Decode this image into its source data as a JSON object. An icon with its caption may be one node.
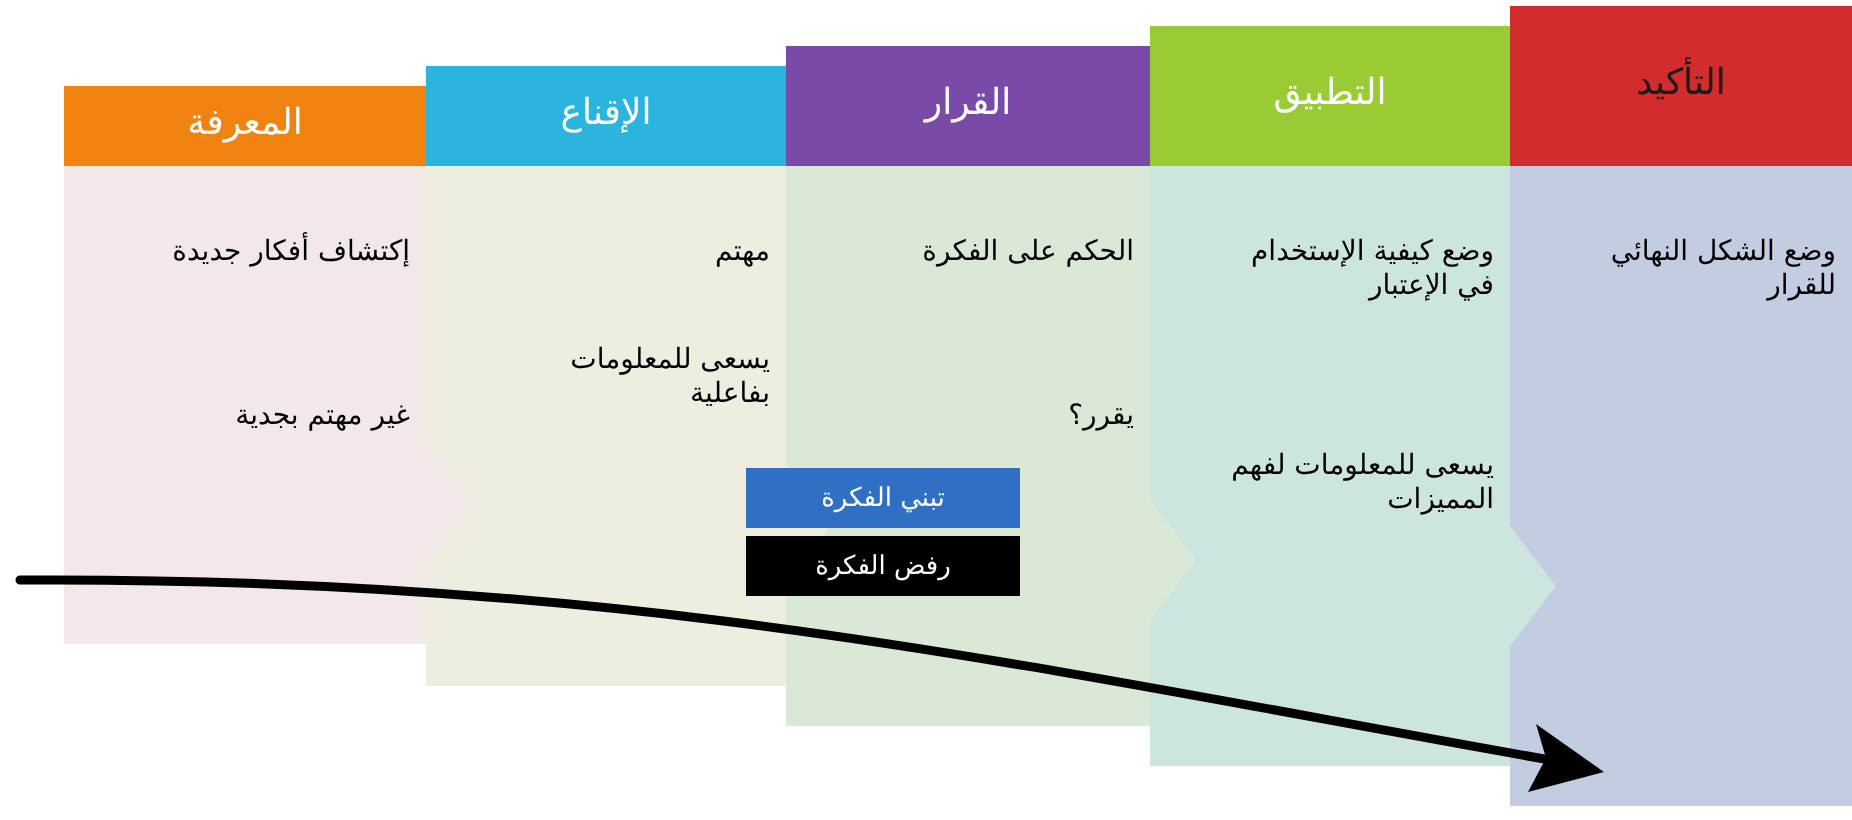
{
  "diagram": {
    "nodes": [
      {
        "text": [
          "المعرفة",
          "إكتشاف أفكار جديدة",
          "غير مهتم بجدية"
        ]
      },
      {
        "text": [
          "الإقناع",
          "مهتم",
          "يسعى للمعلومات بفاعلية"
        ]
      },
      {
        "text": [
          "القرار",
          "الحكم على الفكرة",
          "يقرر؟"
        ]
      },
      {
        "text": [
          "التطبيق",
          "وضع كيفية الإستخدام في الإعتبار",
          "يسعى للمعلومات لفهم المميزات"
        ]
      },
      {
        "text": [
          "التأكيد",
          "وضع الشكل النهائي للقرار"
        ]
      },
      {
        "text": [
          "تبني الفكرة"
        ]
      },
      {
        "text": [
          "رفض الفكرة"
        ]
      }
    ]
  }
}
